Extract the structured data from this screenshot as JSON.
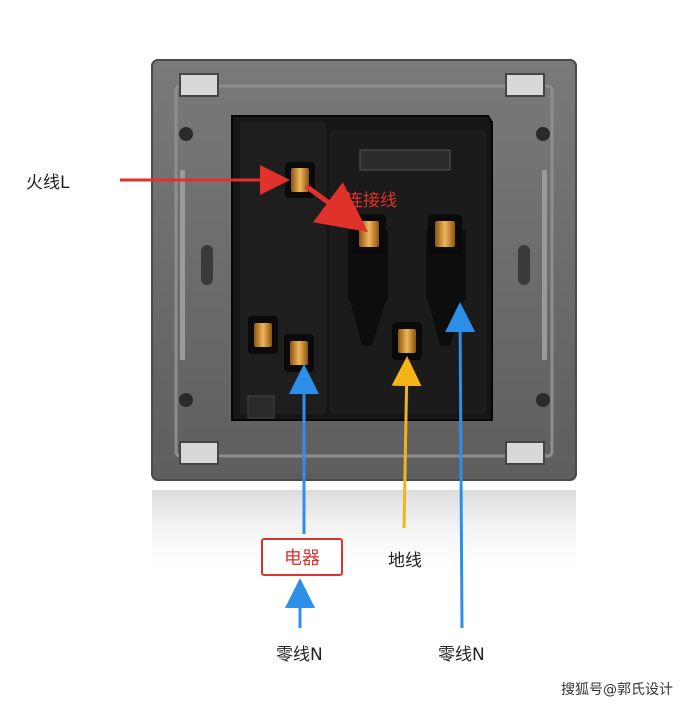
{
  "labels": {
    "live_wire": "火线L",
    "connection_wire": "连接线",
    "appliance": "电器",
    "ground_wire": "地线",
    "neutral_left": "零线N",
    "neutral_right": "零线N"
  },
  "watermark": "搜狐号@郭氏设计",
  "colors": {
    "live_arrow": "#e0312b",
    "neutral_arrow": "#2e8fe8",
    "ground_arrow": "#f2b418",
    "panel": "#6a6a6a",
    "terminal_block": "#141414",
    "terminal_copper": "#c98a2d"
  }
}
